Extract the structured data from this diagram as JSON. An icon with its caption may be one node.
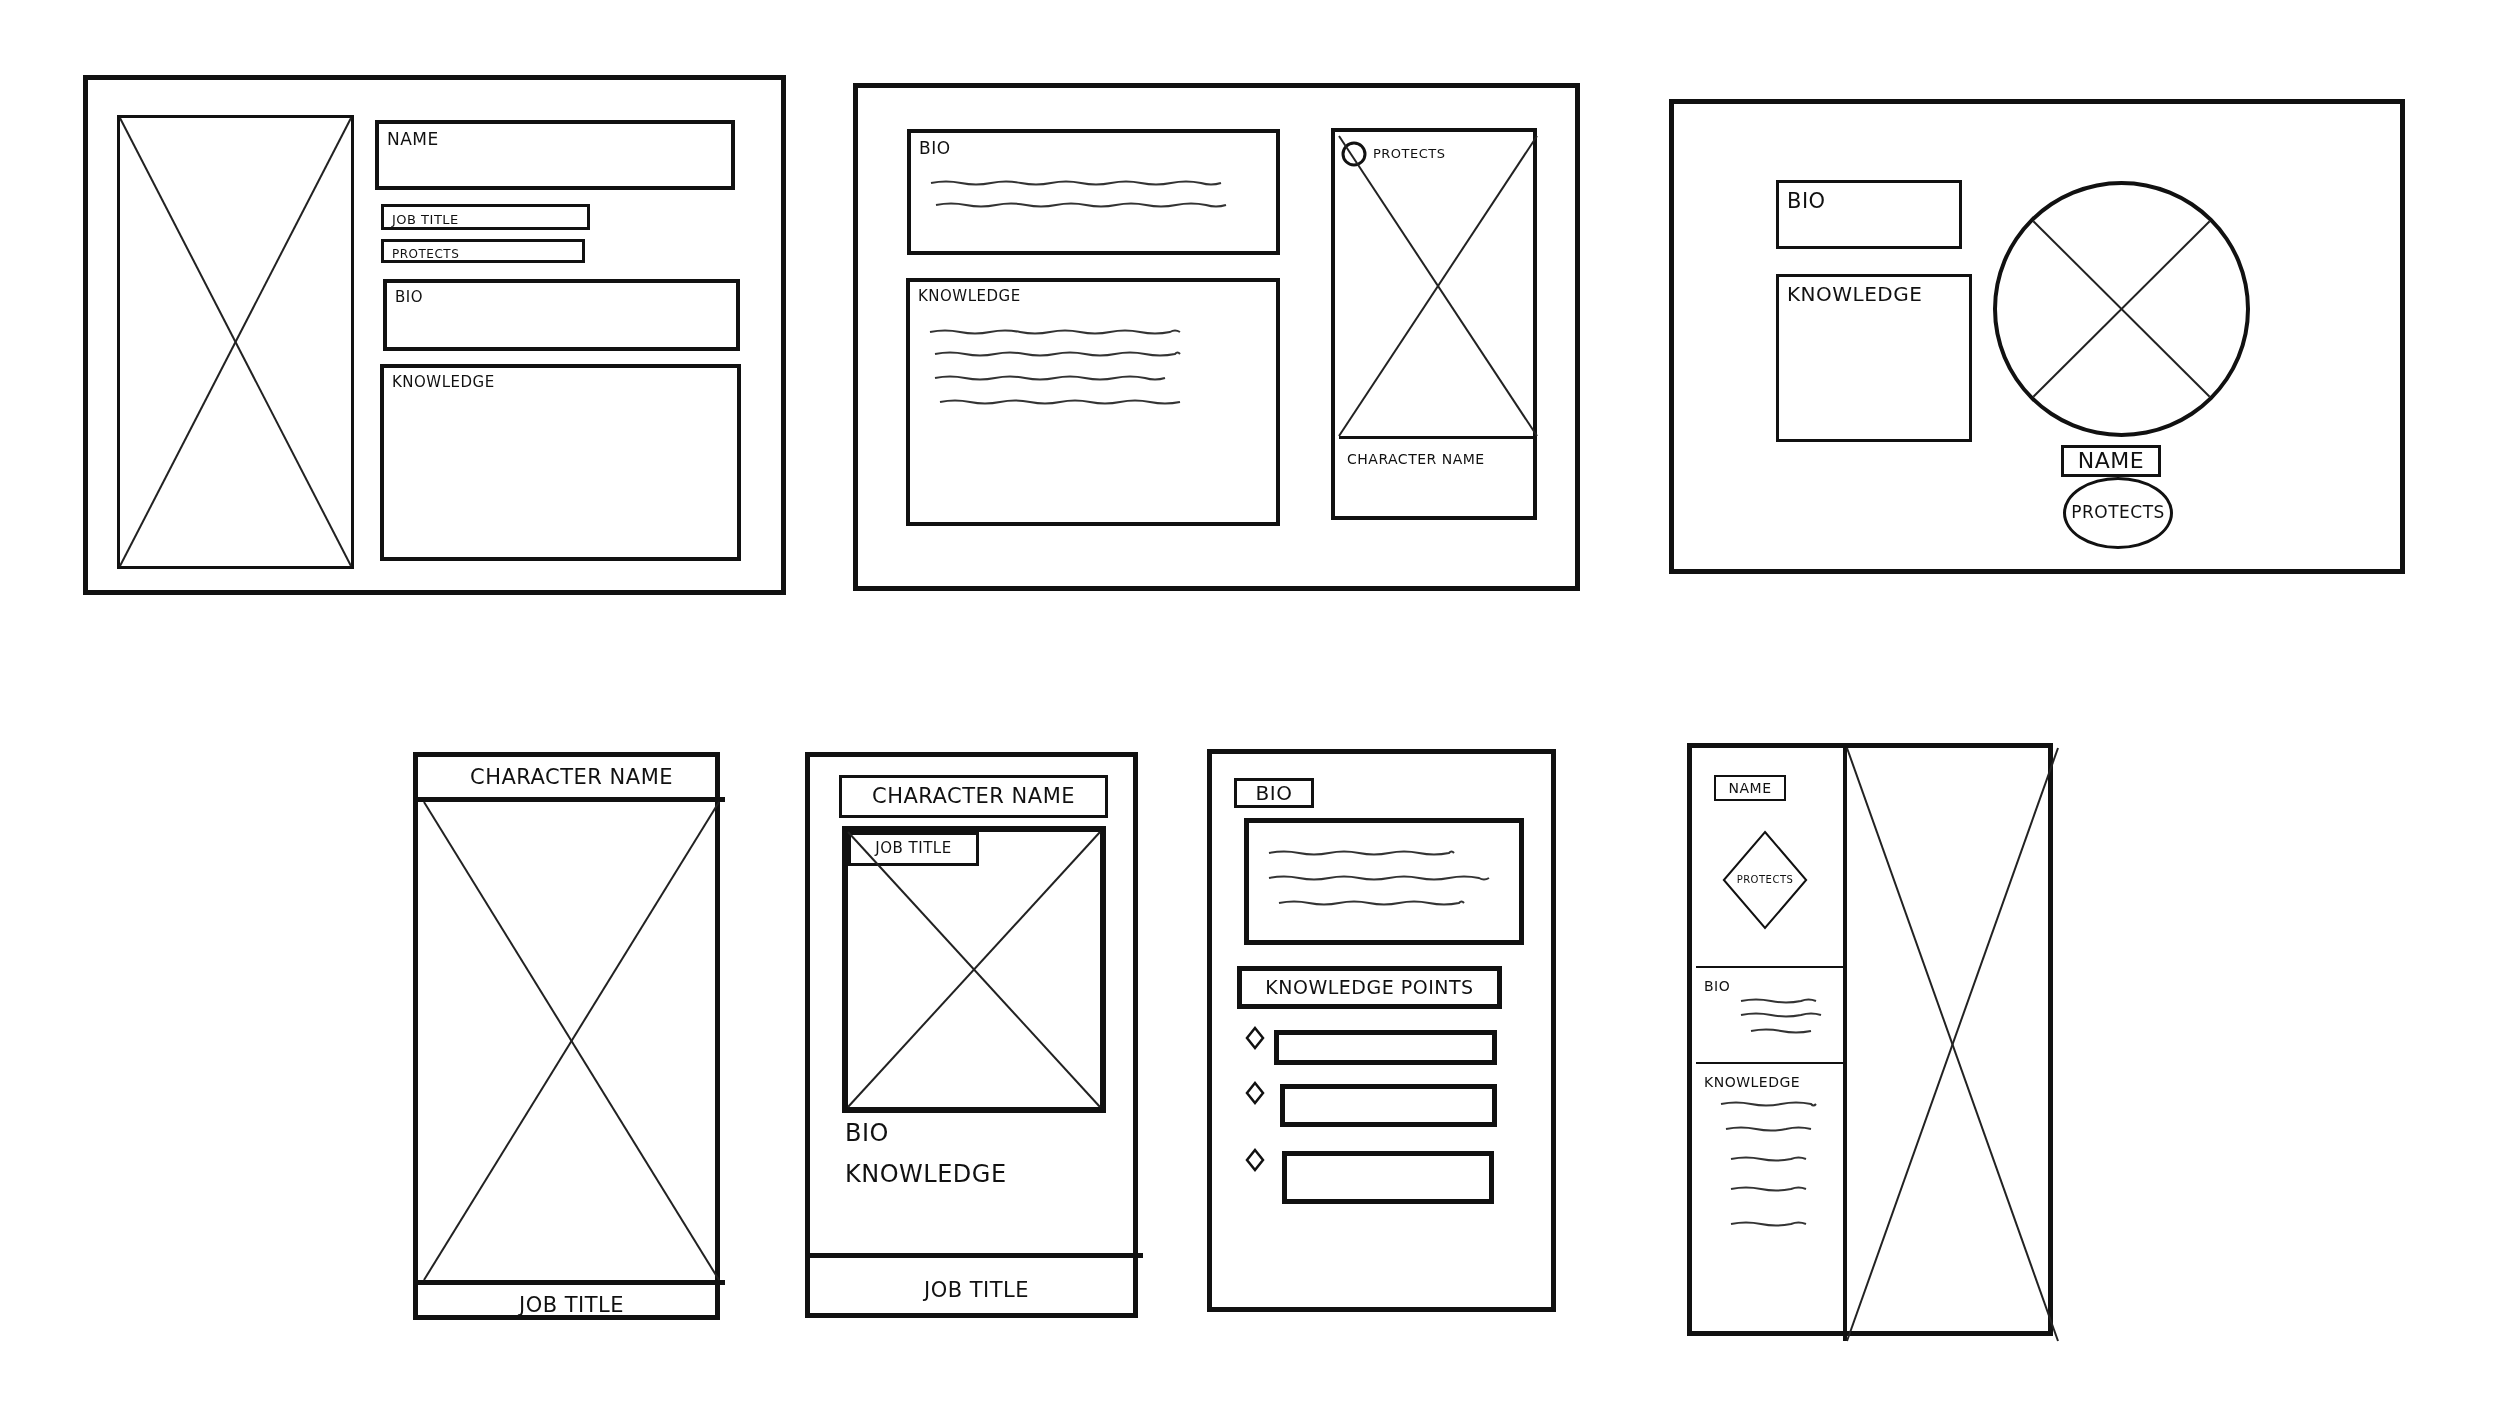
{
  "diagram": {
    "nodes": [
      {
        "text": [],
        "shape": "box"
      },
      {
        "text": [],
        "shape": "box",
        "in": 0
      },
      {
        "text": [
          "NAME"
        ],
        "in": 0
      },
      {
        "text": [
          "JOB TITLE"
        ],
        "in": 0
      },
      {
        "text": [
          "PROTECTS"
        ],
        "in": 0
      },
      {
        "text": [
          "BIO"
        ],
        "in": 0
      },
      {
        "text": [
          "KNOWLEDGE"
        ],
        "in": 0
      },
      {
        "text": [],
        "shape": "box"
      },
      {
        "text": [
          "BIO"
        ],
        "in": 7
      },
      {
        "text": [
          "KNOWLEDGE"
        ],
        "in": 7
      },
      {
        "text": [],
        "shape": "box",
        "in": 7
      },
      {
        "text": [],
        "shape": "box",
        "in": 10
      },
      {
        "text": [
          "PROTECTS"
        ],
        "in": 11
      },
      {
        "text": [
          "CHARACTER NAME"
        ],
        "in": 10
      },
      {
        "text": [],
        "shape": "box"
      },
      {
        "text": [
          "BIO"
        ],
        "in": 14
      },
      {
        "text": [
          "KNOWLEDGE"
        ],
        "in": 14
      },
      {
        "text": [],
        "shape": "circle",
        "in": 14
      },
      {
        "text": [
          "NAME"
        ],
        "in": 14
      },
      {
        "text": [
          "PROTECTS"
        ],
        "in": 14
      },
      {
        "text": [],
        "shape": "box"
      },
      {
        "text": [
          "CHARACTER NAME"
        ],
        "in": 20
      },
      {
        "text": [],
        "shape": "box",
        "in": 20
      },
      {
        "text": [
          "JOB TITLE"
        ],
        "in": 20
      },
      {
        "text": [],
        "shape": "box"
      },
      {
        "text": [
          "CHARACTER NAME"
        ],
        "in": 24
      },
      {
        "text": [],
        "shape": "box",
        "in": 24
      },
      {
        "text": [
          "JOB TITLE"
        ],
        "in": 26
      },
      {
        "text": [
          "BIO"
        ],
        "in": 24
      },
      {
        "text": [
          "KNOWLEDGE"
        ],
        "in": 24
      },
      {
        "text": [
          "JOB TITLE"
        ],
        "in": 24
      },
      {
        "text": [],
        "shape": "box"
      },
      {
        "text": [
          "BIO"
        ],
        "in": 31
      },
      {
        "text": [],
        "shape": "box",
        "in": 31
      },
      {
        "text": [
          "KNOWLEDGE POINTS"
        ],
        "in": 31
      },
      {
        "text": [],
        "shape": "box",
        "in": 31
      },
      {
        "text": [],
        "shape": "box",
        "in": 31
      },
      {
        "text": [],
        "shape": "box",
        "in": 31
      },
      {
        "text": [],
        "shape": "box"
      },
      {
        "text": [
          "NAME"
        ],
        "in": 38
      },
      {
        "text": [
          "PROTECTS"
        ],
        "in": 38
      },
      {
        "text": [
          "BIO"
        ],
        "in": 38
      },
      {
        "text": [
          "KNOWLEDGE"
        ],
        "in": 38
      },
      {
        "text": [],
        "shape": "box",
        "in": 38
      }
    ]
  }
}
